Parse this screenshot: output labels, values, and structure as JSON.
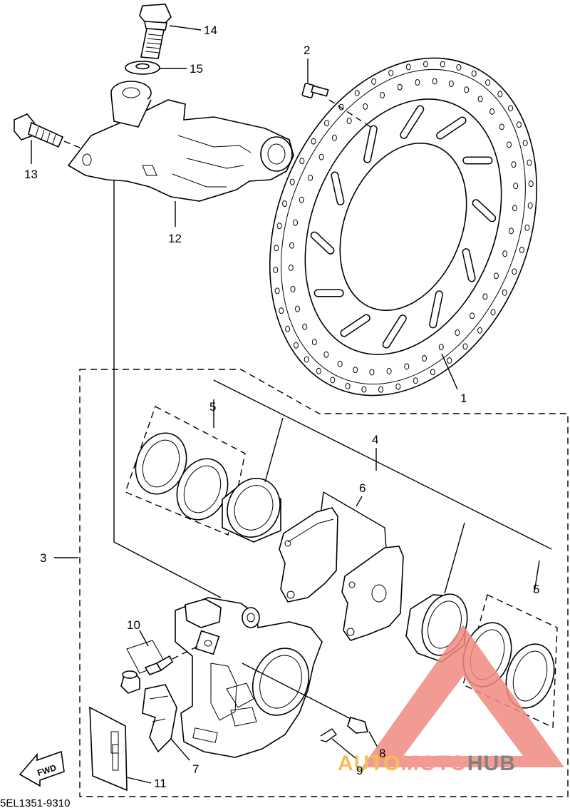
{
  "diagram": {
    "drawing_code": "5EL1351-9310",
    "fwd_marker": "FWD",
    "callouts": [
      {
        "id": "c1",
        "text": "1"
      },
      {
        "id": "c2",
        "text": "2"
      },
      {
        "id": "c3",
        "text": "3"
      },
      {
        "id": "c4",
        "text": "4"
      },
      {
        "id": "c5a",
        "text": "5"
      },
      {
        "id": "c5b",
        "text": "5"
      },
      {
        "id": "c6",
        "text": "6"
      },
      {
        "id": "c7",
        "text": "7"
      },
      {
        "id": "c8",
        "text": "8"
      },
      {
        "id": "c9",
        "text": "9"
      },
      {
        "id": "c10",
        "text": "10"
      },
      {
        "id": "c11",
        "text": "11"
      },
      {
        "id": "c12",
        "text": "12"
      },
      {
        "id": "c13",
        "text": "13"
      },
      {
        "id": "c14",
        "text": "14"
      },
      {
        "id": "c15",
        "text": "15"
      }
    ]
  },
  "watermark": {
    "part_a": "AUTO",
    "part_b": "MOTO",
    "part_c": "HUB",
    "color_a": "#f3b23a",
    "color_b": "#f08a7f",
    "color_c": "#6d6d6d",
    "triangle_color": "#f08a7f"
  }
}
